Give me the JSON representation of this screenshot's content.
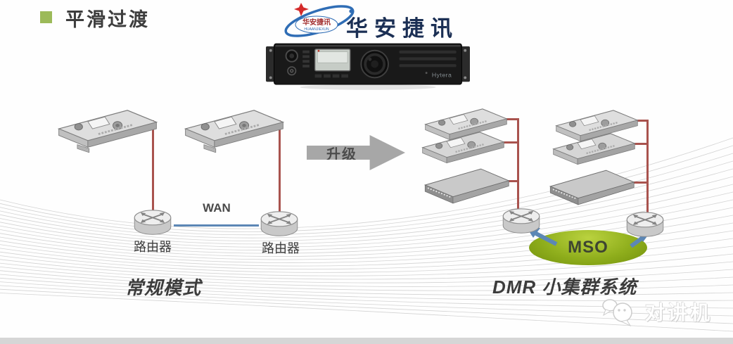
{
  "slide": {
    "title": "平滑过渡"
  },
  "logo": {
    "badge_title": "华安捷讯",
    "badge_subtitle": "HUAANJIEXUN",
    "brand": "华安捷讯"
  },
  "repeater_unit": {
    "brand": "Hytera"
  },
  "legacy_side": {
    "wan_label": "WAN",
    "routers": [
      {
        "label": "路由器"
      },
      {
        "label": "路由器"
      }
    ],
    "caption": "常规模式"
  },
  "upgrade_arrow": {
    "label": "升级"
  },
  "dmr_side": {
    "mso_label": "MSO",
    "caption": "DMR 小集群系统"
  },
  "watermark": {
    "text": "对讲机"
  },
  "colors": {
    "red_link": "#a9534e",
    "blue_link": "#5c87b5",
    "bullet_green": "#9cba59",
    "mso_green": "#8fae1c",
    "arrow_gray": "#a7a7a7",
    "bottom_bar": "#d6d6d6",
    "brand_navy": "#1b2f54"
  }
}
